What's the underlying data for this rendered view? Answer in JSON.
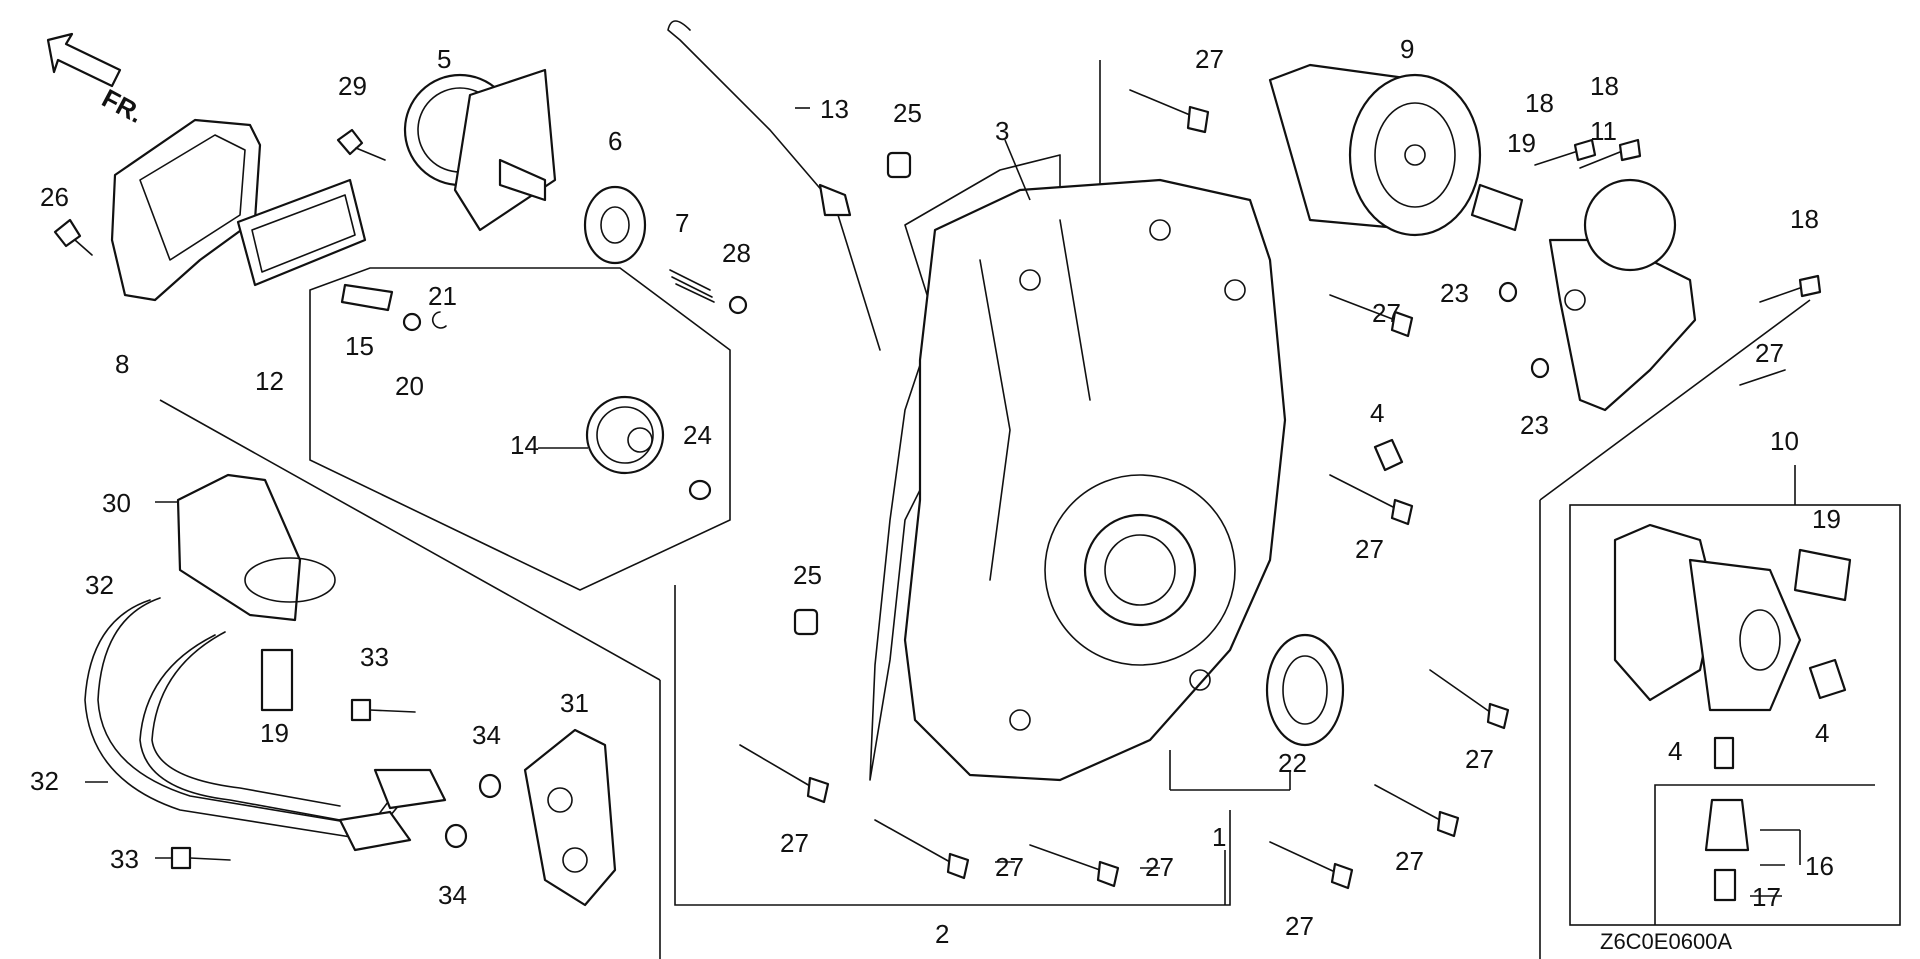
{
  "direction_label": "FR.",
  "diagram_code": "Z6C0E0600A",
  "callouts": {
    "c1": "1",
    "c2": "2",
    "c3": "3",
    "c4a": "4",
    "c4b": "4",
    "c4c": "4",
    "c5": "5",
    "c6": "6",
    "c7": "7",
    "c8": "8",
    "c9": "9",
    "c10": "10",
    "c11": "11",
    "c12": "12",
    "c13": "13",
    "c14": "14",
    "c15": "15",
    "c16": "16",
    "c17": "17",
    "c18a": "18",
    "c18b": "18",
    "c18c": "18",
    "c19a": "19",
    "c19b": "19",
    "c19c": "19",
    "c20": "20",
    "c21": "21",
    "c22": "22",
    "c23a": "23",
    "c23b": "23",
    "c24": "24",
    "c25a": "25",
    "c25b": "25",
    "c26": "26",
    "c27a": "27",
    "c27b": "27",
    "c27c": "27",
    "c27d": "27",
    "c27e": "27",
    "c27f": "27",
    "c27g": "27",
    "c27h": "27",
    "c27i": "27",
    "c27j": "27",
    "c28": "28",
    "c29": "29",
    "c30": "30",
    "c31": "31",
    "c32a": "32",
    "c32b": "32",
    "c33a": "33",
    "c33b": "33",
    "c34a": "34",
    "c34b": "34"
  }
}
